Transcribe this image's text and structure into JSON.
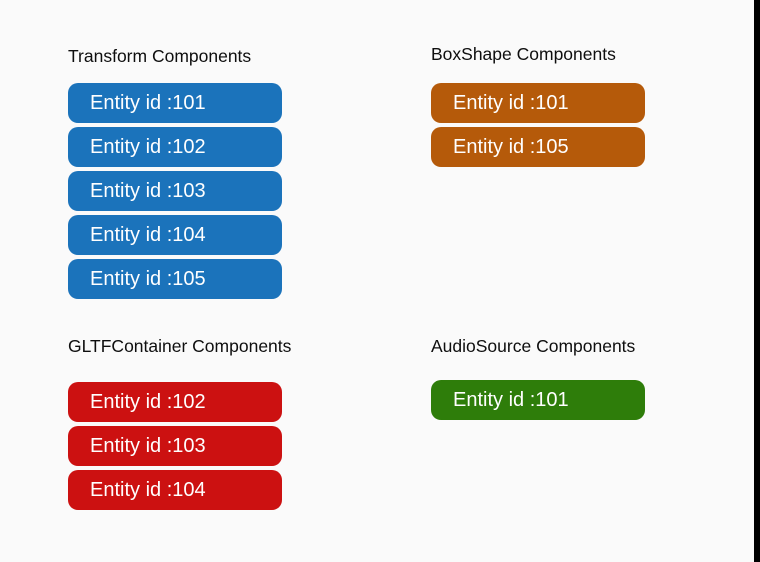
{
  "page": {
    "background": "#FAFAFA",
    "edge_bar_color": "#000000"
  },
  "sections": [
    {
      "title": "Transform Components",
      "color": "#1B73BB",
      "items": [
        "Entity id :101",
        "Entity id :102",
        "Entity id :103",
        "Entity id :104",
        "Entity id :105"
      ]
    },
    {
      "title": "BoxShape Components",
      "color": "#B55A0A",
      "items": [
        "Entity id :101",
        "Entity id :105"
      ]
    },
    {
      "title": "GLTFContainer Components",
      "color": "#CC1111",
      "items": [
        "Entity id :102",
        "Entity id :103",
        "Entity id :104"
      ]
    },
    {
      "title": "AudioSource Components",
      "color": "#2E7D0A",
      "items": [
        "Entity id :101"
      ]
    }
  ]
}
